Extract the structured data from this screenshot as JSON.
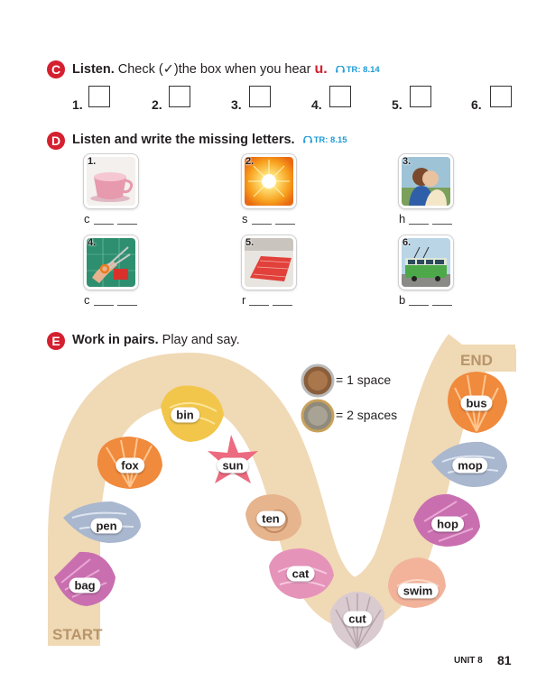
{
  "sectionC": {
    "letter": "C",
    "bold": "Listen.",
    "text1": " Check (",
    "check_mark": "✓",
    "text2": ")the box when you hear ",
    "sound": "u.",
    "track": "TR: 8.14",
    "numbers": [
      "1.",
      "2.",
      "3.",
      "4.",
      "5.",
      "6."
    ]
  },
  "sectionD": {
    "letter": "D",
    "bold": "Listen and write the missing letters.",
    "track": "TR: 8.15",
    "items": [
      {
        "num": "1.",
        "start": "c",
        "icon": "cup-icon"
      },
      {
        "num": "2.",
        "start": "s",
        "icon": "sun-icon"
      },
      {
        "num": "3.",
        "start": "h",
        "icon": "hug-icon"
      },
      {
        "num": "4.",
        "start": "c",
        "icon": "scissors-icon"
      },
      {
        "num": "5.",
        "start": "r",
        "icon": "rug-icon"
      },
      {
        "num": "6.",
        "start": "b",
        "icon": "bus-icon"
      }
    ]
  },
  "sectionE": {
    "letter": "E",
    "bold": "Work in pairs.",
    "text": " Play and say.",
    "end": "END",
    "start": "START",
    "legend1": "= 1 space",
    "legend2": "= 2 spaces",
    "words": [
      "bag",
      "pen",
      "fox",
      "bin",
      "sun",
      "ten",
      "cat",
      "cut",
      "swim",
      "hop",
      "mop",
      "bus"
    ]
  },
  "footer": {
    "unit": "UNIT 8",
    "page": "81"
  },
  "colors": {
    "accent": "#d4202f",
    "track": "#1d9bd7",
    "path": "#f0d9b5",
    "endstart": "#b8956a"
  }
}
